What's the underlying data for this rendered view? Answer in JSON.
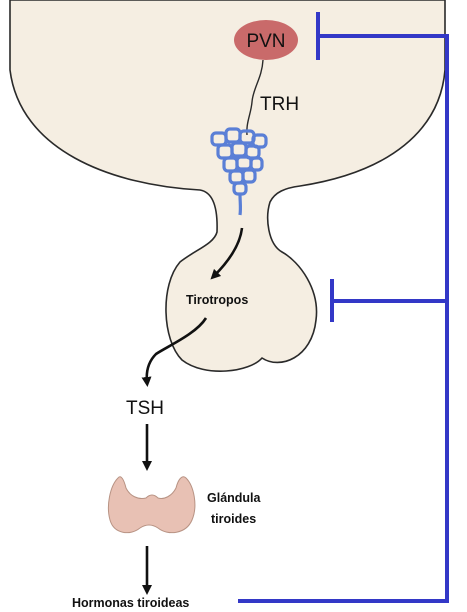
{
  "labels": {
    "pvn": "PVN",
    "trh": "TRH",
    "tirotropos": "Tirotropos",
    "tsh": "TSH",
    "glandula_line1": "Glándula",
    "glandula_line2": "tiroides",
    "hormonas": "Hormonas tiroideas"
  },
  "colors": {
    "background": "#ffffff",
    "hypothalamus_fill": "#f5eee2",
    "tissue_outline": "#2a2a2a",
    "pvn_fill": "#c96a6a",
    "capillary": "#5a7fd6",
    "feedback": "#3338c7",
    "thyroid_fill": "#e8c1b4",
    "arrow": "#111111"
  },
  "icons": {
    "pvn": "oval-nucleus",
    "capillary": "capillary-network",
    "thyroid": "thyroid-gland",
    "feedback_inhibition": "t-bar-inhibitor"
  }
}
